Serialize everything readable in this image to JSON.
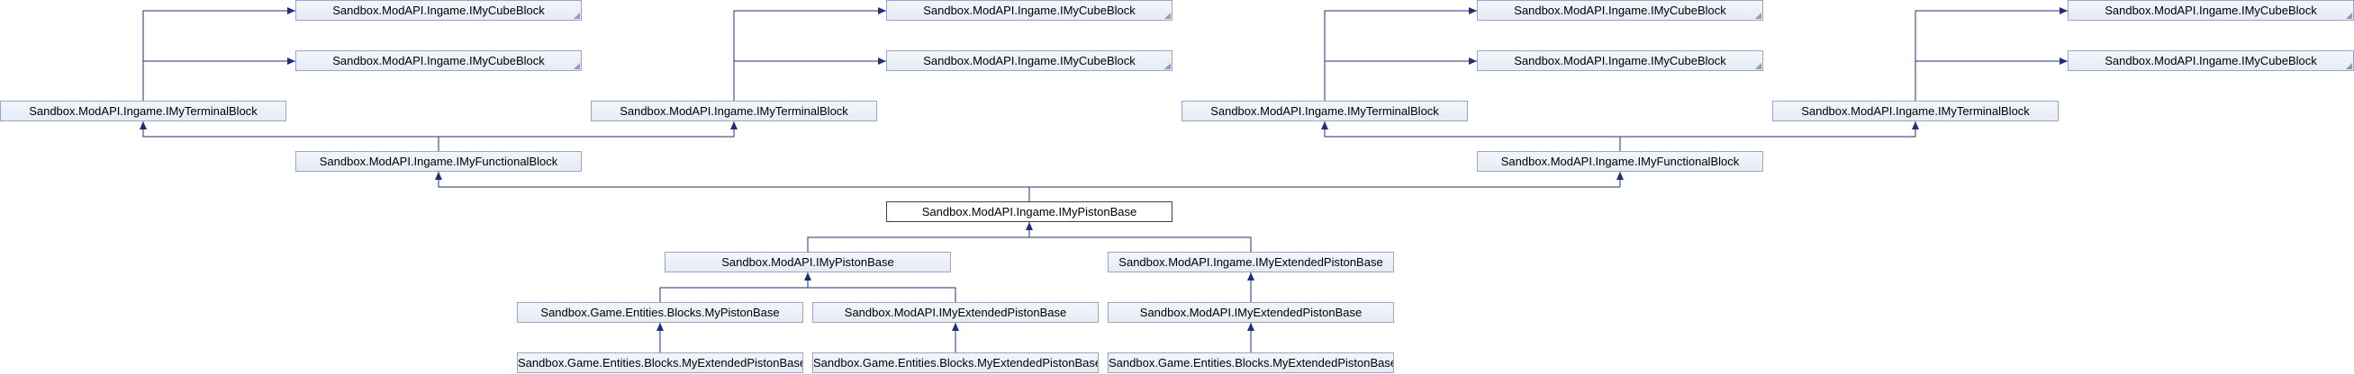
{
  "colors": {
    "edge": "#1f2f7a",
    "node_border": "#99a6c6",
    "focus_border": "#404040"
  },
  "nodes": {
    "c1": {
      "label": "Sandbox.ModAPI.Ingame.IMyCubeBlock",
      "truncated": true
    },
    "c2": {
      "label": "Sandbox.ModAPI.Ingame.IMyCubeBlock",
      "truncated": true
    },
    "c3": {
      "label": "Sandbox.ModAPI.Ingame.IMyCubeBlock",
      "truncated": true
    },
    "c4": {
      "label": "Sandbox.ModAPI.Ingame.IMyCubeBlock",
      "truncated": true
    },
    "c5": {
      "label": "Sandbox.ModAPI.Ingame.IMyCubeBlock",
      "truncated": true
    },
    "c6": {
      "label": "Sandbox.ModAPI.Ingame.IMyCubeBlock",
      "truncated": true
    },
    "c7": {
      "label": "Sandbox.ModAPI.Ingame.IMyCubeBlock",
      "truncated": true
    },
    "c8": {
      "label": "Sandbox.ModAPI.Ingame.IMyCubeBlock",
      "truncated": true
    },
    "t1": {
      "label": "Sandbox.ModAPI.Ingame.IMyTerminalBlock",
      "truncated": false
    },
    "t2": {
      "label": "Sandbox.ModAPI.Ingame.IMyTerminalBlock",
      "truncated": false
    },
    "t3": {
      "label": "Sandbox.ModAPI.Ingame.IMyTerminalBlock",
      "truncated": false
    },
    "t4": {
      "label": "Sandbox.ModAPI.Ingame.IMyTerminalBlock",
      "truncated": false
    },
    "f1": {
      "label": "Sandbox.ModAPI.Ingame.IMyFunctionalBlock",
      "truncated": false
    },
    "f2": {
      "label": "Sandbox.ModAPI.Ingame.IMyFunctionalBlock",
      "truncated": false
    },
    "p0": {
      "label": "Sandbox.ModAPI.Ingame.IMyPistonBase",
      "truncated": false
    },
    "m1": {
      "label": "Sandbox.ModAPI.IMyPistonBase",
      "truncated": false
    },
    "e1": {
      "label": "Sandbox.ModAPI.Ingame.IMyExtendedPistonBase",
      "truncated": false
    },
    "g1": {
      "label": "Sandbox.Game.Entities.Blocks.MyPistonBase",
      "truncated": false
    },
    "x1": {
      "label": "Sandbox.ModAPI.IMyExtendedPistonBase",
      "truncated": false
    },
    "x2": {
      "label": "Sandbox.ModAPI.IMyExtendedPistonBase",
      "truncated": false
    },
    "y1": {
      "label": "Sandbox.Game.Entities.Blocks.MyExtendedPistonBase",
      "truncated": false
    },
    "y2": {
      "label": "Sandbox.Game.Entities.Blocks.MyExtendedPistonBase",
      "truncated": false
    },
    "y3": {
      "label": "Sandbox.Game.Entities.Blocks.MyExtendedPistonBase",
      "truncated": false
    }
  }
}
